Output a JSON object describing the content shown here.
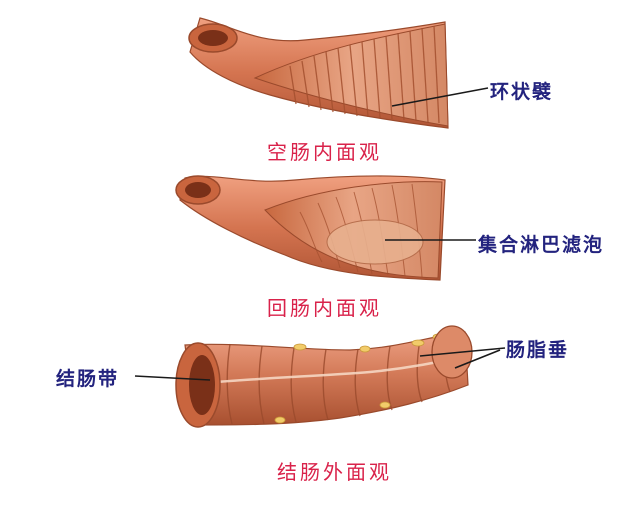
{
  "captions": {
    "jejunum": "空肠内面观",
    "ileum": "回肠内面观",
    "colon": "结肠外面观"
  },
  "labels": {
    "circular_folds": "环状襞",
    "lymphoid_follicles": "集合淋巴滤泡",
    "epiploic_appendages": "肠脂垂",
    "taenia_coli": "结肠带"
  },
  "colors": {
    "caption": "#d9224a",
    "label": "#23237e",
    "tissue_outer": "#d98060",
    "tissue_inner": "#e8a585",
    "fold_line": "#a4502f",
    "fat": "#f2cc6a"
  }
}
